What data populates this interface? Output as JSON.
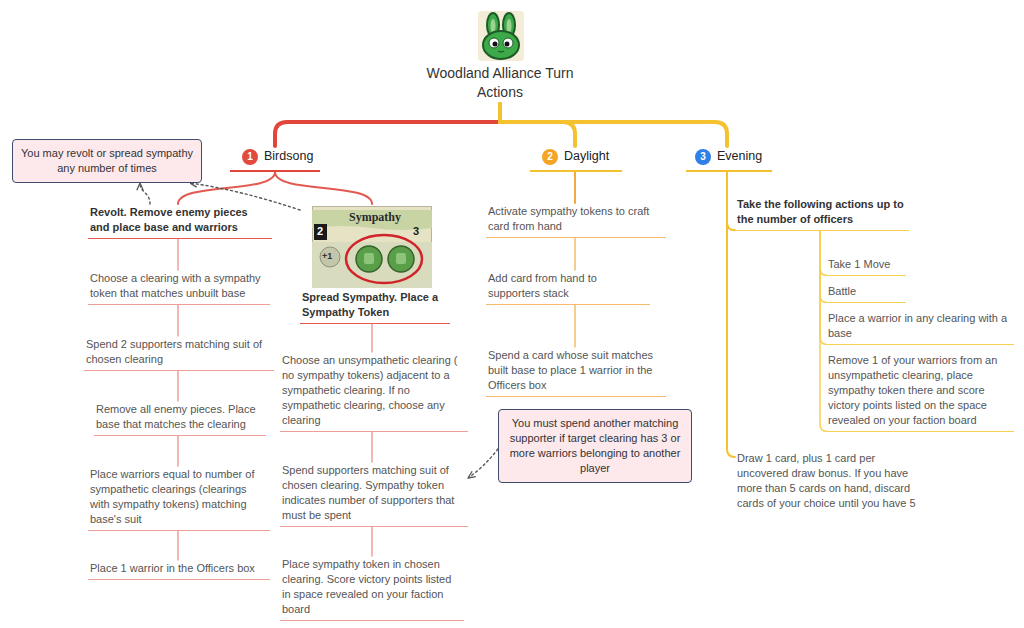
{
  "diagram": {
    "nodes": [
      {
        "text": [
          "Woodland Alliance Turn Actions"
        ]
      },
      {
        "text": [
          "1",
          "Birdsong"
        ]
      },
      {
        "text": [
          "2",
          "Daylight"
        ]
      },
      {
        "text": [
          "3",
          "Evening"
        ]
      },
      {
        "text": [
          "You may revolt or spread sympathy any number of times"
        ]
      },
      {
        "text": [
          "Revolt. Remove enemy pieces and place base and warriors"
        ]
      },
      {
        "text": [
          "Choose a clearing with a sympathy token that matches unbuilt base"
        ]
      },
      {
        "text": [
          "Spend 2 supporters matching suit of chosen clearing"
        ]
      },
      {
        "text": [
          "Remove all enemy pieces. Place base that matches the clearing"
        ]
      },
      {
        "text": [
          "Place warriors equal to number of sympathetic clearings (clearings with sympathy tokens) matching base's suit"
        ]
      },
      {
        "text": [
          "Place 1 warrior in the Officers box"
        ]
      },
      {
        "text": [
          "Spread Sympathy. Place a Sympathy Token"
        ]
      },
      {
        "text": [
          "Choose an unsympathetic clearing ( no sympathy tokens) adjacent to a sympathetic clearing. If no sympathetic clearing, choose any clearing"
        ]
      },
      {
        "text": [
          "Spend supporters matching suit of chosen clearing. Sympathy token indicates number of supporters that must be spent"
        ]
      },
      {
        "text": [
          "Place sympathy token in chosen clearing. Score victory points listed in space revealed on your faction board"
        ]
      },
      {
        "text": [
          "You must spend another matching supporter if target clearing has 3 or more warriors belonging to another player"
        ]
      },
      {
        "text": [
          "Activate sympathy tokens to craft card from hand"
        ]
      },
      {
        "text": [
          "Add card from hand to supporters stack"
        ]
      },
      {
        "text": [
          "Spend a card whose suit matches built base to place 1 warrior in the Officers box"
        ]
      },
      {
        "text": [
          "Take the following actions up to the number of officers"
        ]
      },
      {
        "text": [
          "Take 1 Move"
        ]
      },
      {
        "text": [
          "Battle"
        ]
      },
      {
        "text": [
          "Place a warrior in any clearing with a base"
        ]
      },
      {
        "text": [
          "Remove 1 of your warriors from an unsympathetic clearing, place sympathy token there and score victory points listed on the space revealed on your faction board"
        ]
      },
      {
        "text": [
          "Draw 1 card, plus 1 card per uncovered draw bonus. If you have more than 5 cards on hand, discard cards of your choice until you have 5"
        ]
      }
    ],
    "edges": [
      {
        "from": 0,
        "to": 1,
        "arrow": "none"
      },
      {
        "from": 0,
        "to": 2,
        "arrow": "none"
      },
      {
        "from": 0,
        "to": 3,
        "arrow": "none"
      },
      {
        "from": 1,
        "to": 5,
        "arrow": "none"
      },
      {
        "from": 5,
        "to": 6,
        "arrow": "none"
      },
      {
        "from": 6,
        "to": 7,
        "arrow": "none"
      },
      {
        "from": 7,
        "to": 8,
        "arrow": "none"
      },
      {
        "from": 8,
        "to": 9,
        "arrow": "none"
      },
      {
        "from": 9,
        "to": 10,
        "arrow": "none"
      },
      {
        "from": 1,
        "to": 11,
        "arrow": "none"
      },
      {
        "from": 11,
        "to": 12,
        "arrow": "none"
      },
      {
        "from": 12,
        "to": 13,
        "arrow": "none"
      },
      {
        "from": 13,
        "to": 14,
        "arrow": "none"
      },
      {
        "from": 5,
        "to": 4,
        "arrow": "to"
      },
      {
        "from": 11,
        "to": 4,
        "arrow": "to"
      },
      {
        "from": 15,
        "to": 13,
        "arrow": "to"
      },
      {
        "from": 2,
        "to": 16,
        "arrow": "none"
      },
      {
        "from": 16,
        "to": 17,
        "arrow": "none"
      },
      {
        "from": 17,
        "to": 18,
        "arrow": "none"
      },
      {
        "from": 3,
        "to": 19,
        "arrow": "none"
      },
      {
        "from": 19,
        "to": 20,
        "arrow": "none"
      },
      {
        "from": 19,
        "to": 21,
        "arrow": "none"
      },
      {
        "from": 19,
        "to": 22,
        "arrow": "none"
      },
      {
        "from": 19,
        "to": 23,
        "arrow": "none"
      },
      {
        "from": 3,
        "to": 24,
        "arrow": "none"
      }
    ],
    "labels": [
      "Sympathy",
      "2",
      "3",
      "+1"
    ]
  }
}
